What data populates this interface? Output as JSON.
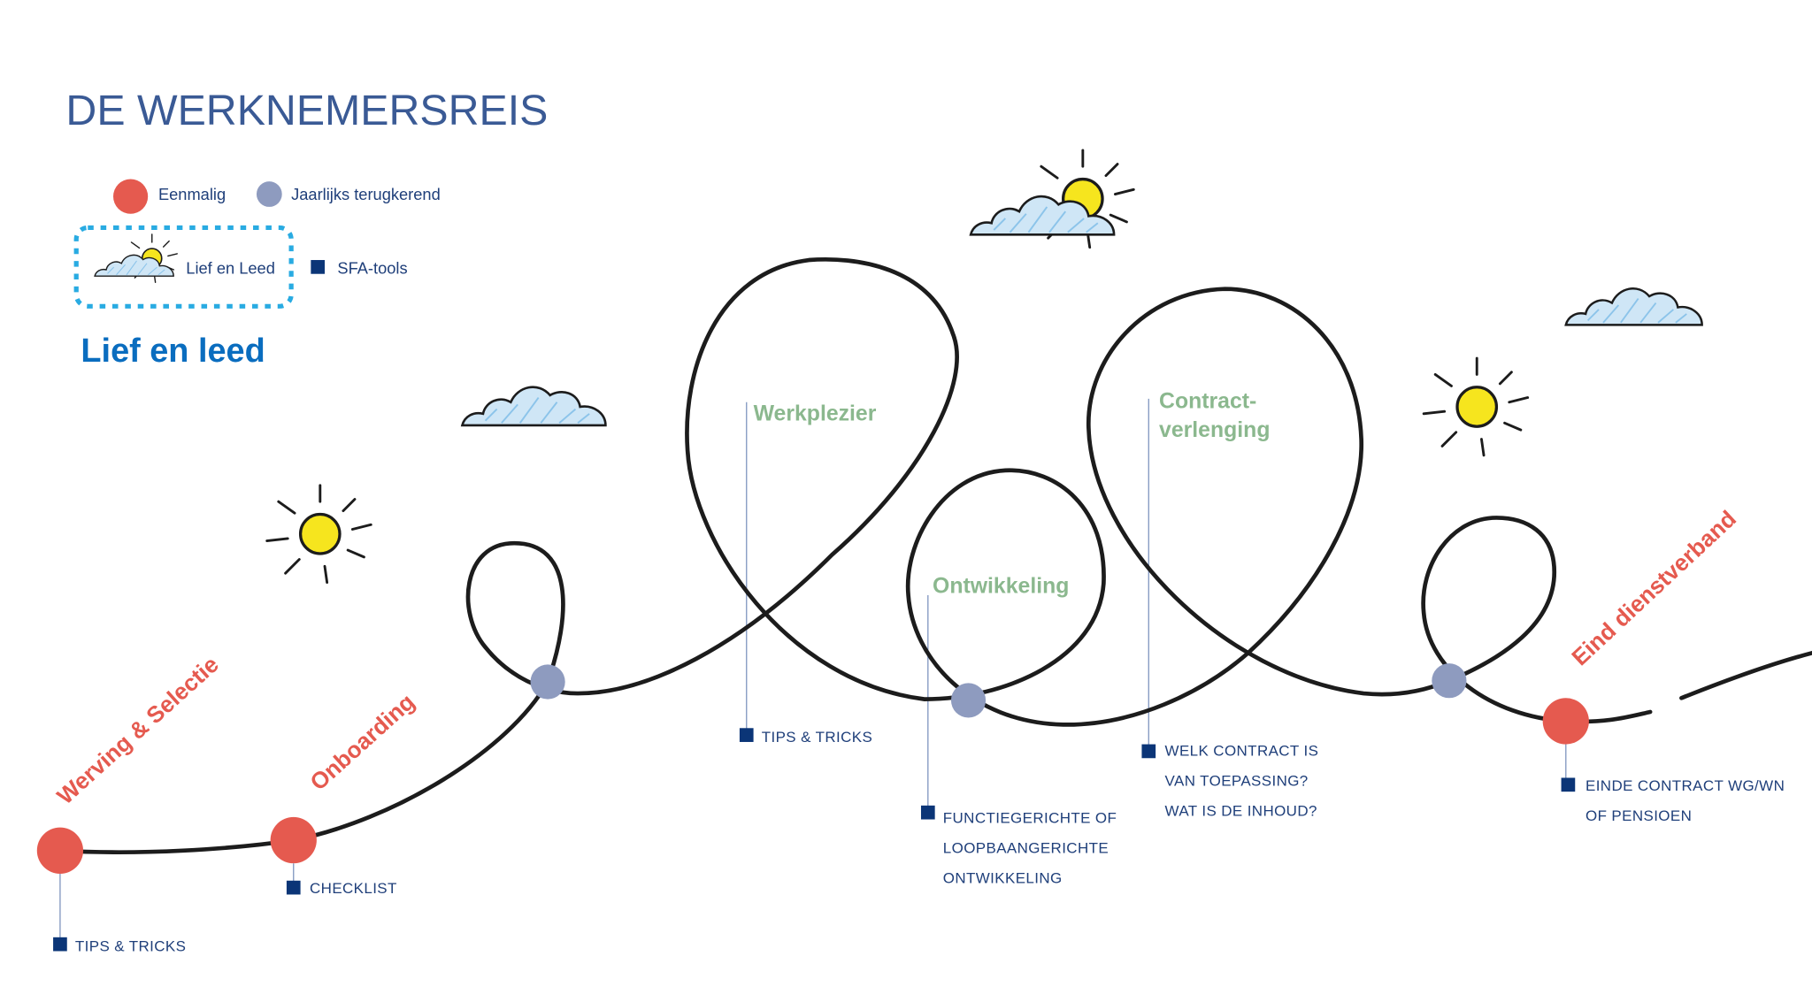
{
  "title": "DE WERKNEMERSREIS",
  "legend": {
    "once_label": "Eenmalig",
    "yearly_label": "Jaarlijks terugkerend",
    "lief_leed_label": "Lief en Leed",
    "tools_label": "SFA-tools",
    "colors": {
      "once": "#e55a4f",
      "yearly": "#8e9bbf",
      "lief_leed_border": "#29abe2",
      "tools": "#0b3577"
    }
  },
  "section_heading": "Lief en leed",
  "stages": [
    {
      "label": "Werving & Selectie",
      "type": "once",
      "tools": [
        "TIPS & TRICKS"
      ]
    },
    {
      "label": "Onboarding",
      "type": "once",
      "tools": [
        "CHECKLIST"
      ]
    },
    {
      "label": "Werkplezier",
      "type": "yearly",
      "tools": [
        "TIPS & TRICKS"
      ]
    },
    {
      "label": "Ontwikkeling",
      "type": "yearly",
      "tools": [
        "FUNCTIEGERICHTE OF",
        "LOOPBAANGERICHTE",
        "ONTWIKKELING"
      ]
    },
    {
      "label_lines": [
        "Contract-",
        "verlenging"
      ],
      "type": "yearly",
      "tools": [
        "WELK CONTRACT IS",
        "VAN TOEPASSING?",
        "WAT IS DE INHOUD?"
      ]
    },
    {
      "label": "Eind dienstverband",
      "type": "once",
      "tools": [
        "EINDE CONTRACT WG/WN",
        "OF PENSIOEN"
      ]
    }
  ]
}
